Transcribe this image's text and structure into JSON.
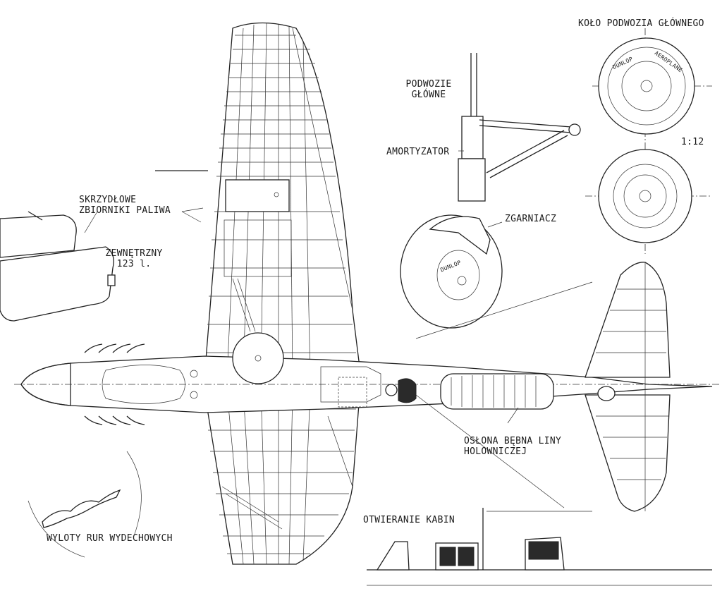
{
  "labels": {
    "main_wheel_title": "KOŁO PODWOZIA GŁÓWNEGO",
    "main_gear": [
      "PODWOZIE",
      "GŁÓWNE"
    ],
    "shock_absorber": "AMORTYZATOR",
    "scale": "1:12",
    "scraper": "ZGARNIACZ",
    "wing_tanks": [
      "SKRZYDŁOWE",
      "ZBIORNIKI PALIWA"
    ],
    "external_tank": [
      "ZEWNĘTRZNY",
      "123 l."
    ],
    "winch_cover": [
      "OSŁONA BĘBNA LINY",
      "HOLOWNICZEJ"
    ],
    "canopy_opening": "OTWIERANIE KABIN",
    "exhaust_outlets": "WYLOTY RUR WYDECHOWYCH"
  },
  "tyre_text": {
    "brand": "DUNLOP",
    "aeroplane": "AEROPLANE"
  }
}
